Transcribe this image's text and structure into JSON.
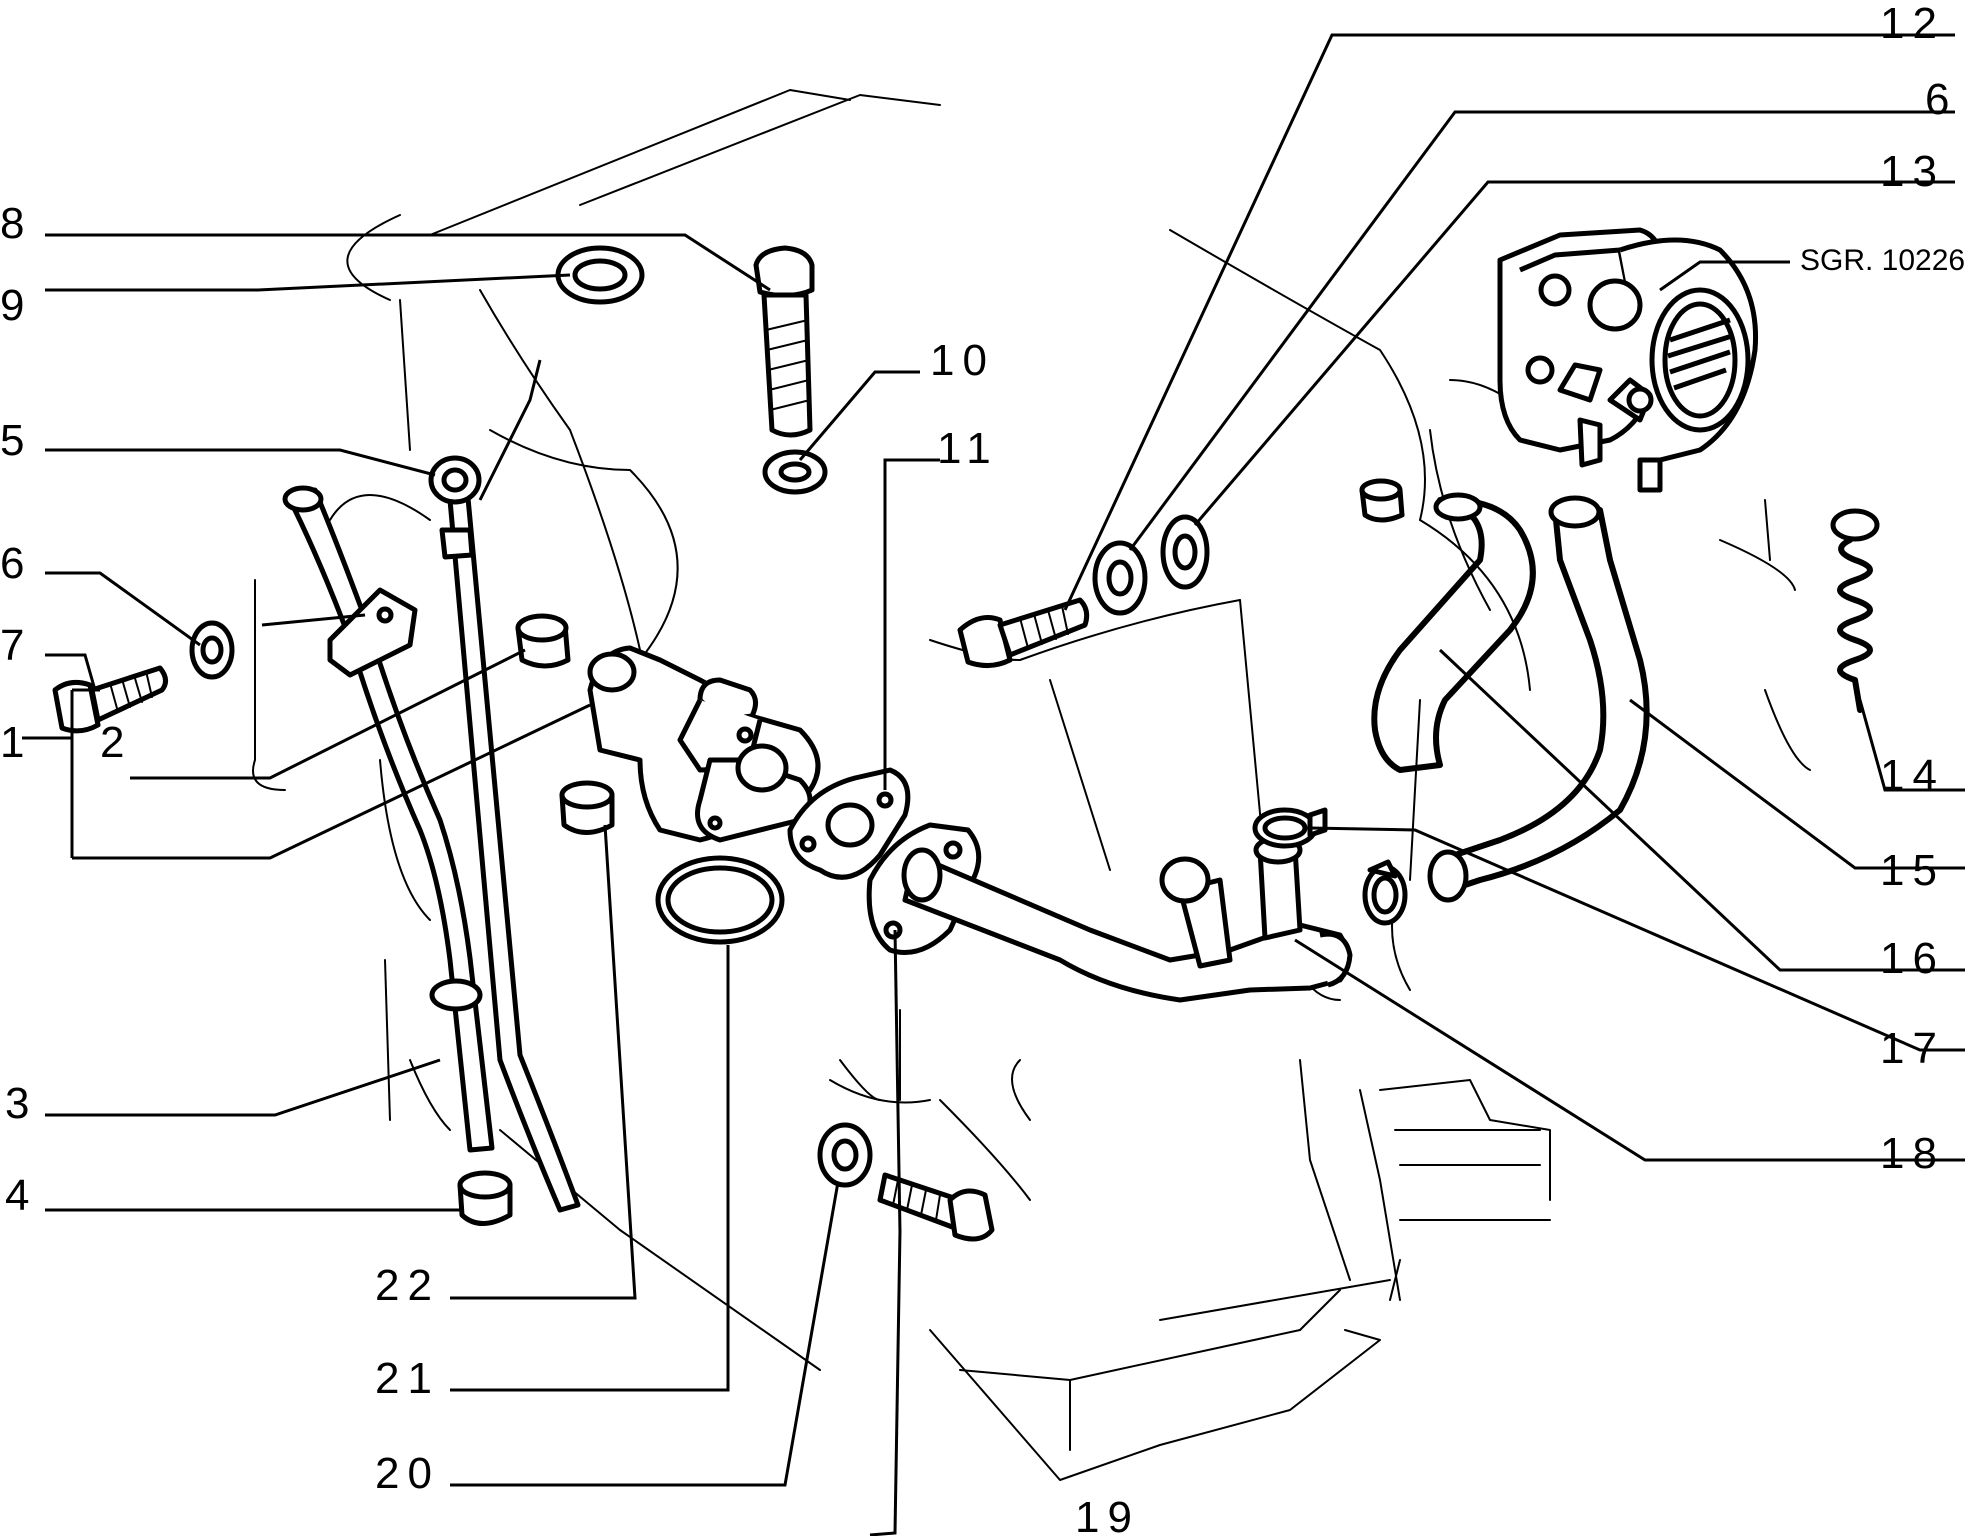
{
  "diagram": {
    "reference": "SGR. 10226",
    "callouts": {
      "c1": "1",
      "c2": "2",
      "c3": "3",
      "c4": "4",
      "c5": "5",
      "c6a": "6",
      "c7": "7",
      "c8": "8",
      "c9": "9",
      "c10": "10",
      "c11": "11",
      "c12": "12",
      "c6b": "6",
      "c13": "13",
      "c14": "14",
      "c15": "15",
      "c16": "16",
      "c17": "17",
      "c18": "18",
      "c19": "19",
      "c20": "20",
      "c21": "21",
      "c22": "22"
    }
  },
  "colors": {
    "ink": "#000000",
    "paper": "#ffffff"
  }
}
